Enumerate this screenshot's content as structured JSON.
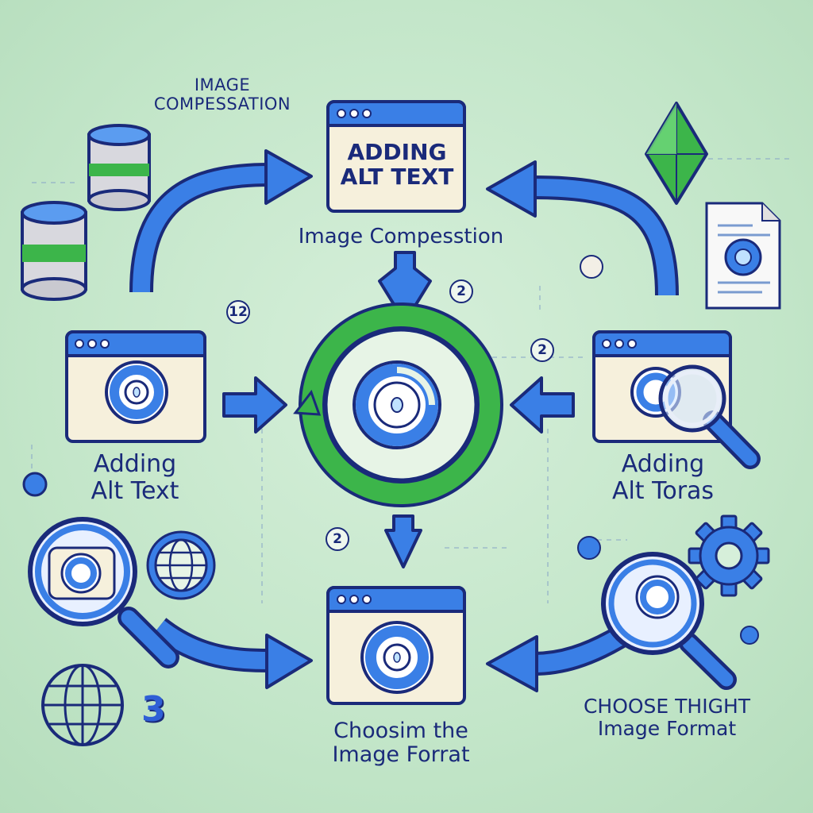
{
  "labels": {
    "top_left_title": [
      "IMAGE",
      "COMPESSATION"
    ],
    "top_center_window": [
      "ADDING",
      "ALT TEXT"
    ],
    "under_top_window": "Image Compesstion",
    "left_window": [
      "Adding",
      "Alt Text"
    ],
    "right_window": [
      "Adding",
      "Alt Toras"
    ],
    "bottom_center": [
      "Choosim the",
      "Image Forrat"
    ],
    "bottom_right": [
      "CHOOSE THIGHT",
      "Image Format"
    ]
  },
  "step_badges": {
    "left_upper": "12",
    "top_center": "2",
    "right_mid": "2",
    "bottom_center": "2",
    "bottom_left_big": "3"
  },
  "colors": {
    "primary_blue": "#2f6fdc",
    "dark_navy": "#1a2a7a",
    "accent_green": "#3cb54a",
    "window_bg": "#f6f0dc"
  }
}
